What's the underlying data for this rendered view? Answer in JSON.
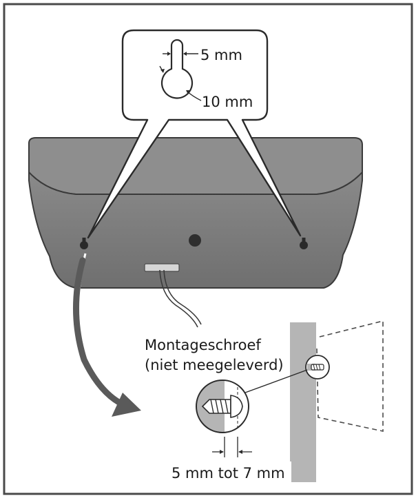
{
  "labels": {
    "hole_width": "5 mm",
    "hole_diameter": "10 mm",
    "screw_line1": "Montageschroef",
    "screw_line2": "(niet meegeleverd)",
    "depth": "5 mm tot 7 mm"
  },
  "colors": {
    "frame": "#4a4a4a",
    "device_top": "#8e8e8e",
    "device_face": "#7b7b7b",
    "wall": "#b5b5b5",
    "arrow": "#5a5a5a"
  }
}
